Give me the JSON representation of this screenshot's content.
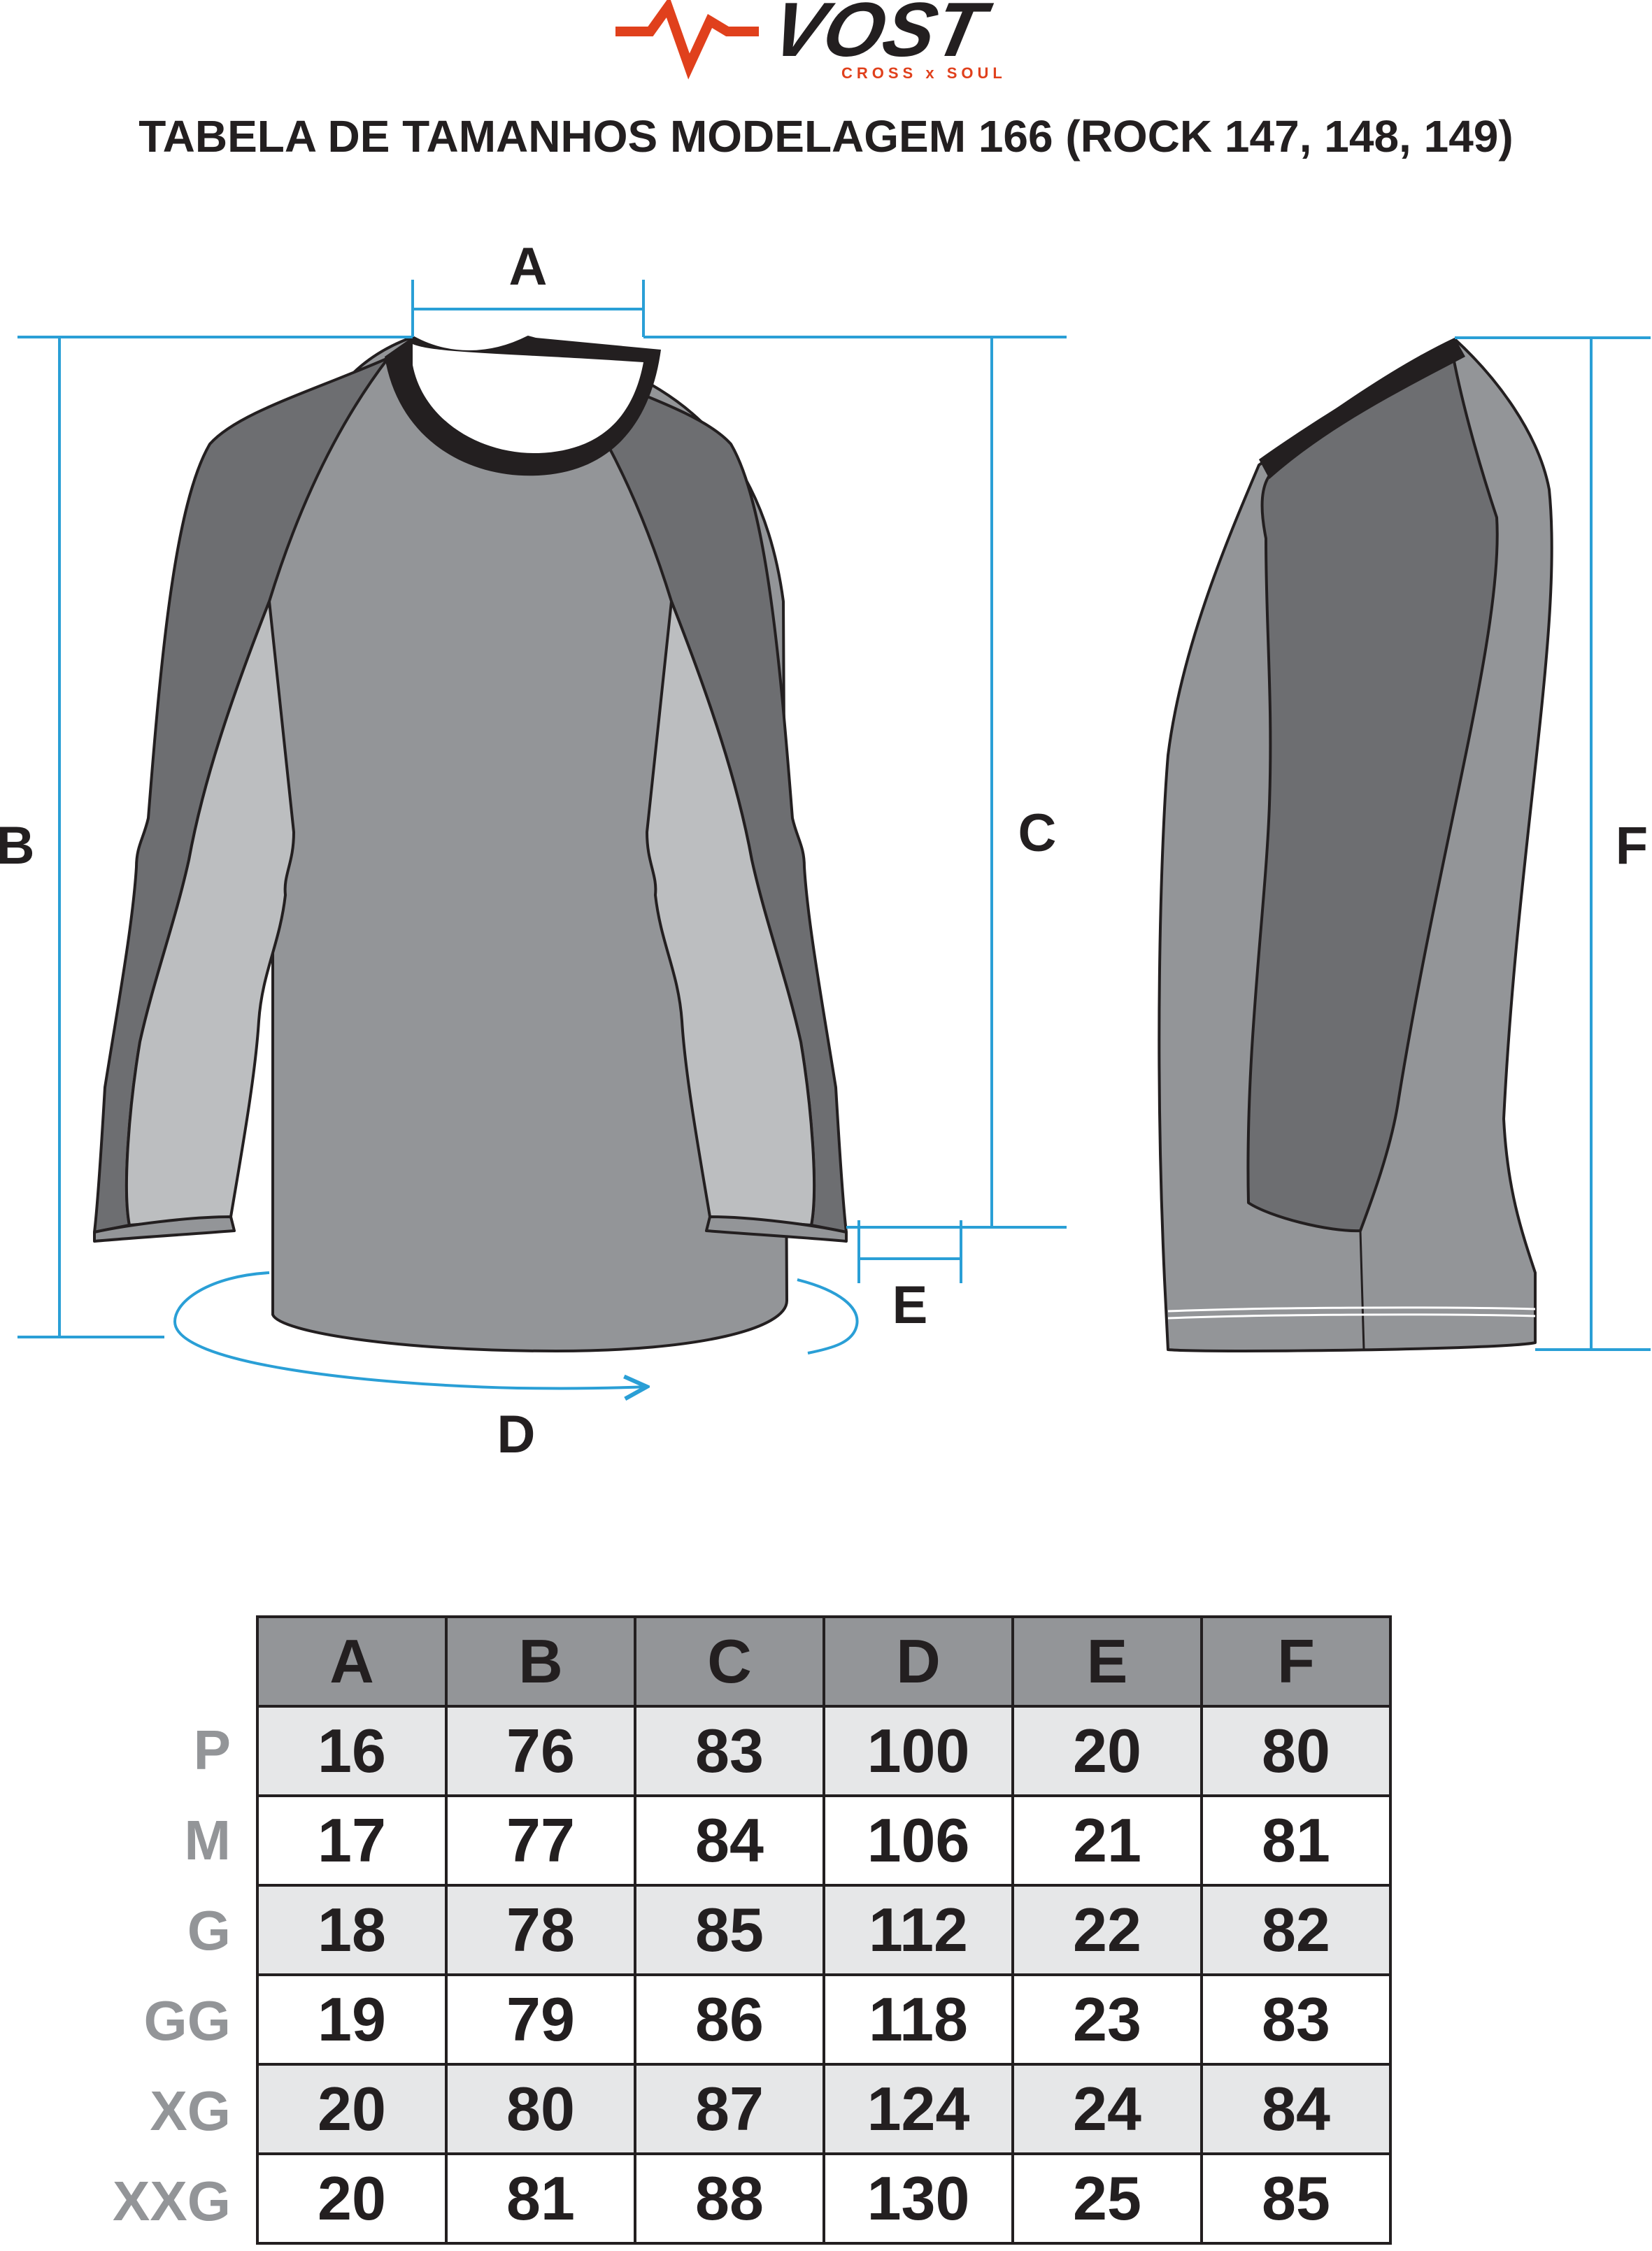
{
  "logo": {
    "brand": "VOST",
    "tagline": "CROSS x SOUL",
    "accent": "#e0401c"
  },
  "title": "TABELA DE TAMANHOS MODELAGEM 166 (ROCK 147, 148, 149)",
  "colors": {
    "guide": "#2a9fd6",
    "body_mid": "#939598",
    "sleeve_dark": "#6d6e71",
    "panel_light": "#bcbec0",
    "collar": "#231f20"
  },
  "measures": {
    "a": "A",
    "b": "B",
    "c": "C",
    "d": "D",
    "e": "E",
    "f": "F"
  },
  "table": {
    "columns": [
      "A",
      "B",
      "C",
      "D",
      "E",
      "F"
    ],
    "rows": [
      {
        "size": "P",
        "values": [
          "16",
          "76",
          "83",
          "100",
          "20",
          "80"
        ]
      },
      {
        "size": "M",
        "values": [
          "17",
          "77",
          "84",
          "106",
          "21",
          "81"
        ]
      },
      {
        "size": "G",
        "values": [
          "18",
          "78",
          "85",
          "112",
          "22",
          "82"
        ]
      },
      {
        "size": "GG",
        "values": [
          "19",
          "79",
          "86",
          "118",
          "23",
          "83"
        ]
      },
      {
        "size": "XG",
        "values": [
          "20",
          "80",
          "87",
          "124",
          "24",
          "84"
        ]
      },
      {
        "size": "XXG",
        "values": [
          "20",
          "81",
          "88",
          "130",
          "25",
          "85"
        ]
      }
    ]
  }
}
